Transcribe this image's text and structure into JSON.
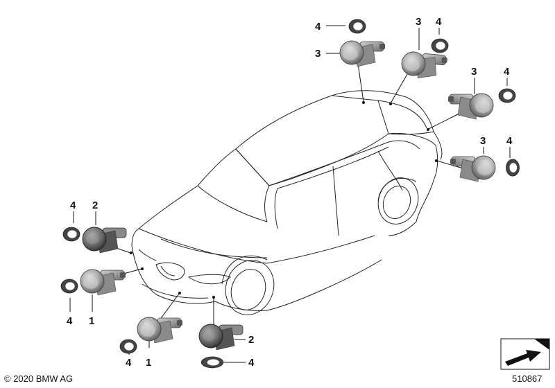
{
  "callouts": {
    "c1": "4",
    "c2": "3",
    "c3": "3",
    "c4": "4",
    "c5": "3",
    "c6": "4",
    "c7": "3",
    "c8": "4",
    "c9": "4",
    "c10": "2",
    "c11": "4",
    "c12": "1",
    "c13": "4",
    "c14": "1",
    "c15": "2",
    "c16": "4"
  },
  "footer": {
    "copyright": "© 2020 BMW AG",
    "diagram_id": "510867"
  },
  "icons": {
    "sensor": "parking-sensor-icon",
    "ring": "sensor-ring-icon",
    "corner": "page-turn-icon"
  }
}
